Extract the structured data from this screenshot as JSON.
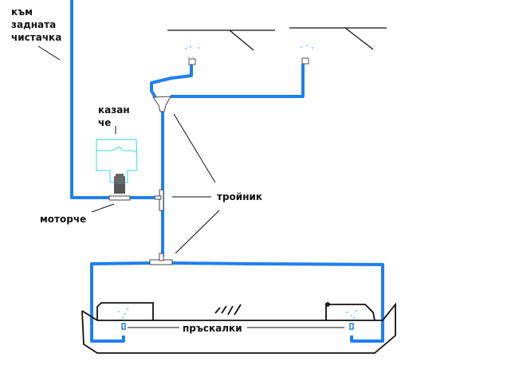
{
  "labels": {
    "rear_wiper": [
      "към",
      "задната",
      "чистачка"
    ],
    "tank": [
      "казан",
      "че"
    ],
    "motor": "моторче",
    "tee": "тройник",
    "sprayers": "пръскалки"
  },
  "colors": {
    "pipe": "#1f7fef",
    "tank_outline": "#33dddd",
    "motor": "#555555",
    "outline": "#111111"
  }
}
